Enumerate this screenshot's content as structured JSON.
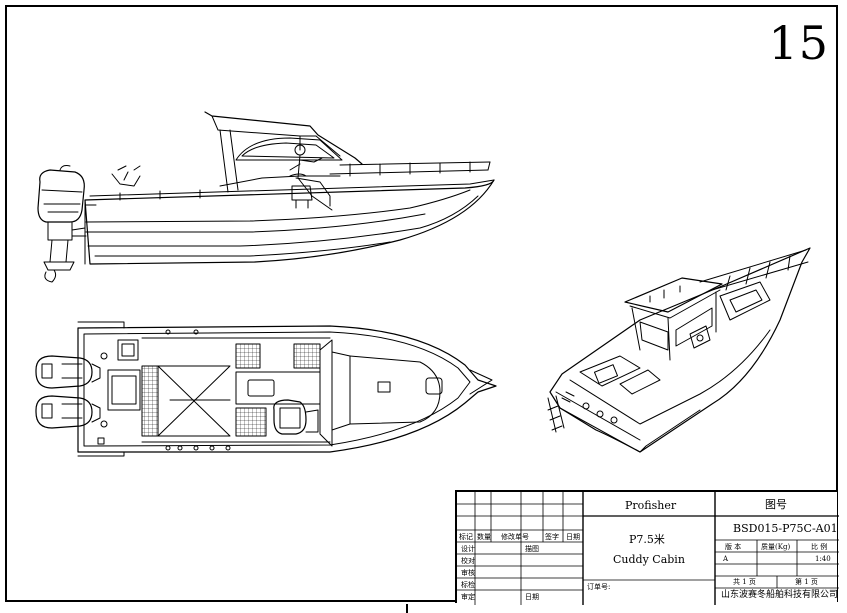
{
  "sheet_number": "15",
  "title_block": {
    "company_name_en": "Profisher",
    "drawing_no_label": "图号",
    "model": "P7.5米",
    "model_type": "Cuddy Cabin",
    "drawing_code": "BSD015-P75C-A01",
    "revision_headers": [
      "标记",
      "数量",
      "修改单号",
      "签字",
      "日期"
    ],
    "sign_rows": [
      "设计",
      "校对",
      "审核",
      "标检",
      "审定"
    ],
    "mid_labels": [
      "描图",
      "日期"
    ],
    "version_label": "版 本",
    "weight_label": "质量(Kg)",
    "scale_label": "比 例",
    "version_value": "A",
    "scale_value": "1:40",
    "sheets_total": "共 1 页",
    "sheet_current": "第 1 页",
    "order_label": "订单号:",
    "manufacturer": "山东波赛冬船舶科技有限公司"
  }
}
